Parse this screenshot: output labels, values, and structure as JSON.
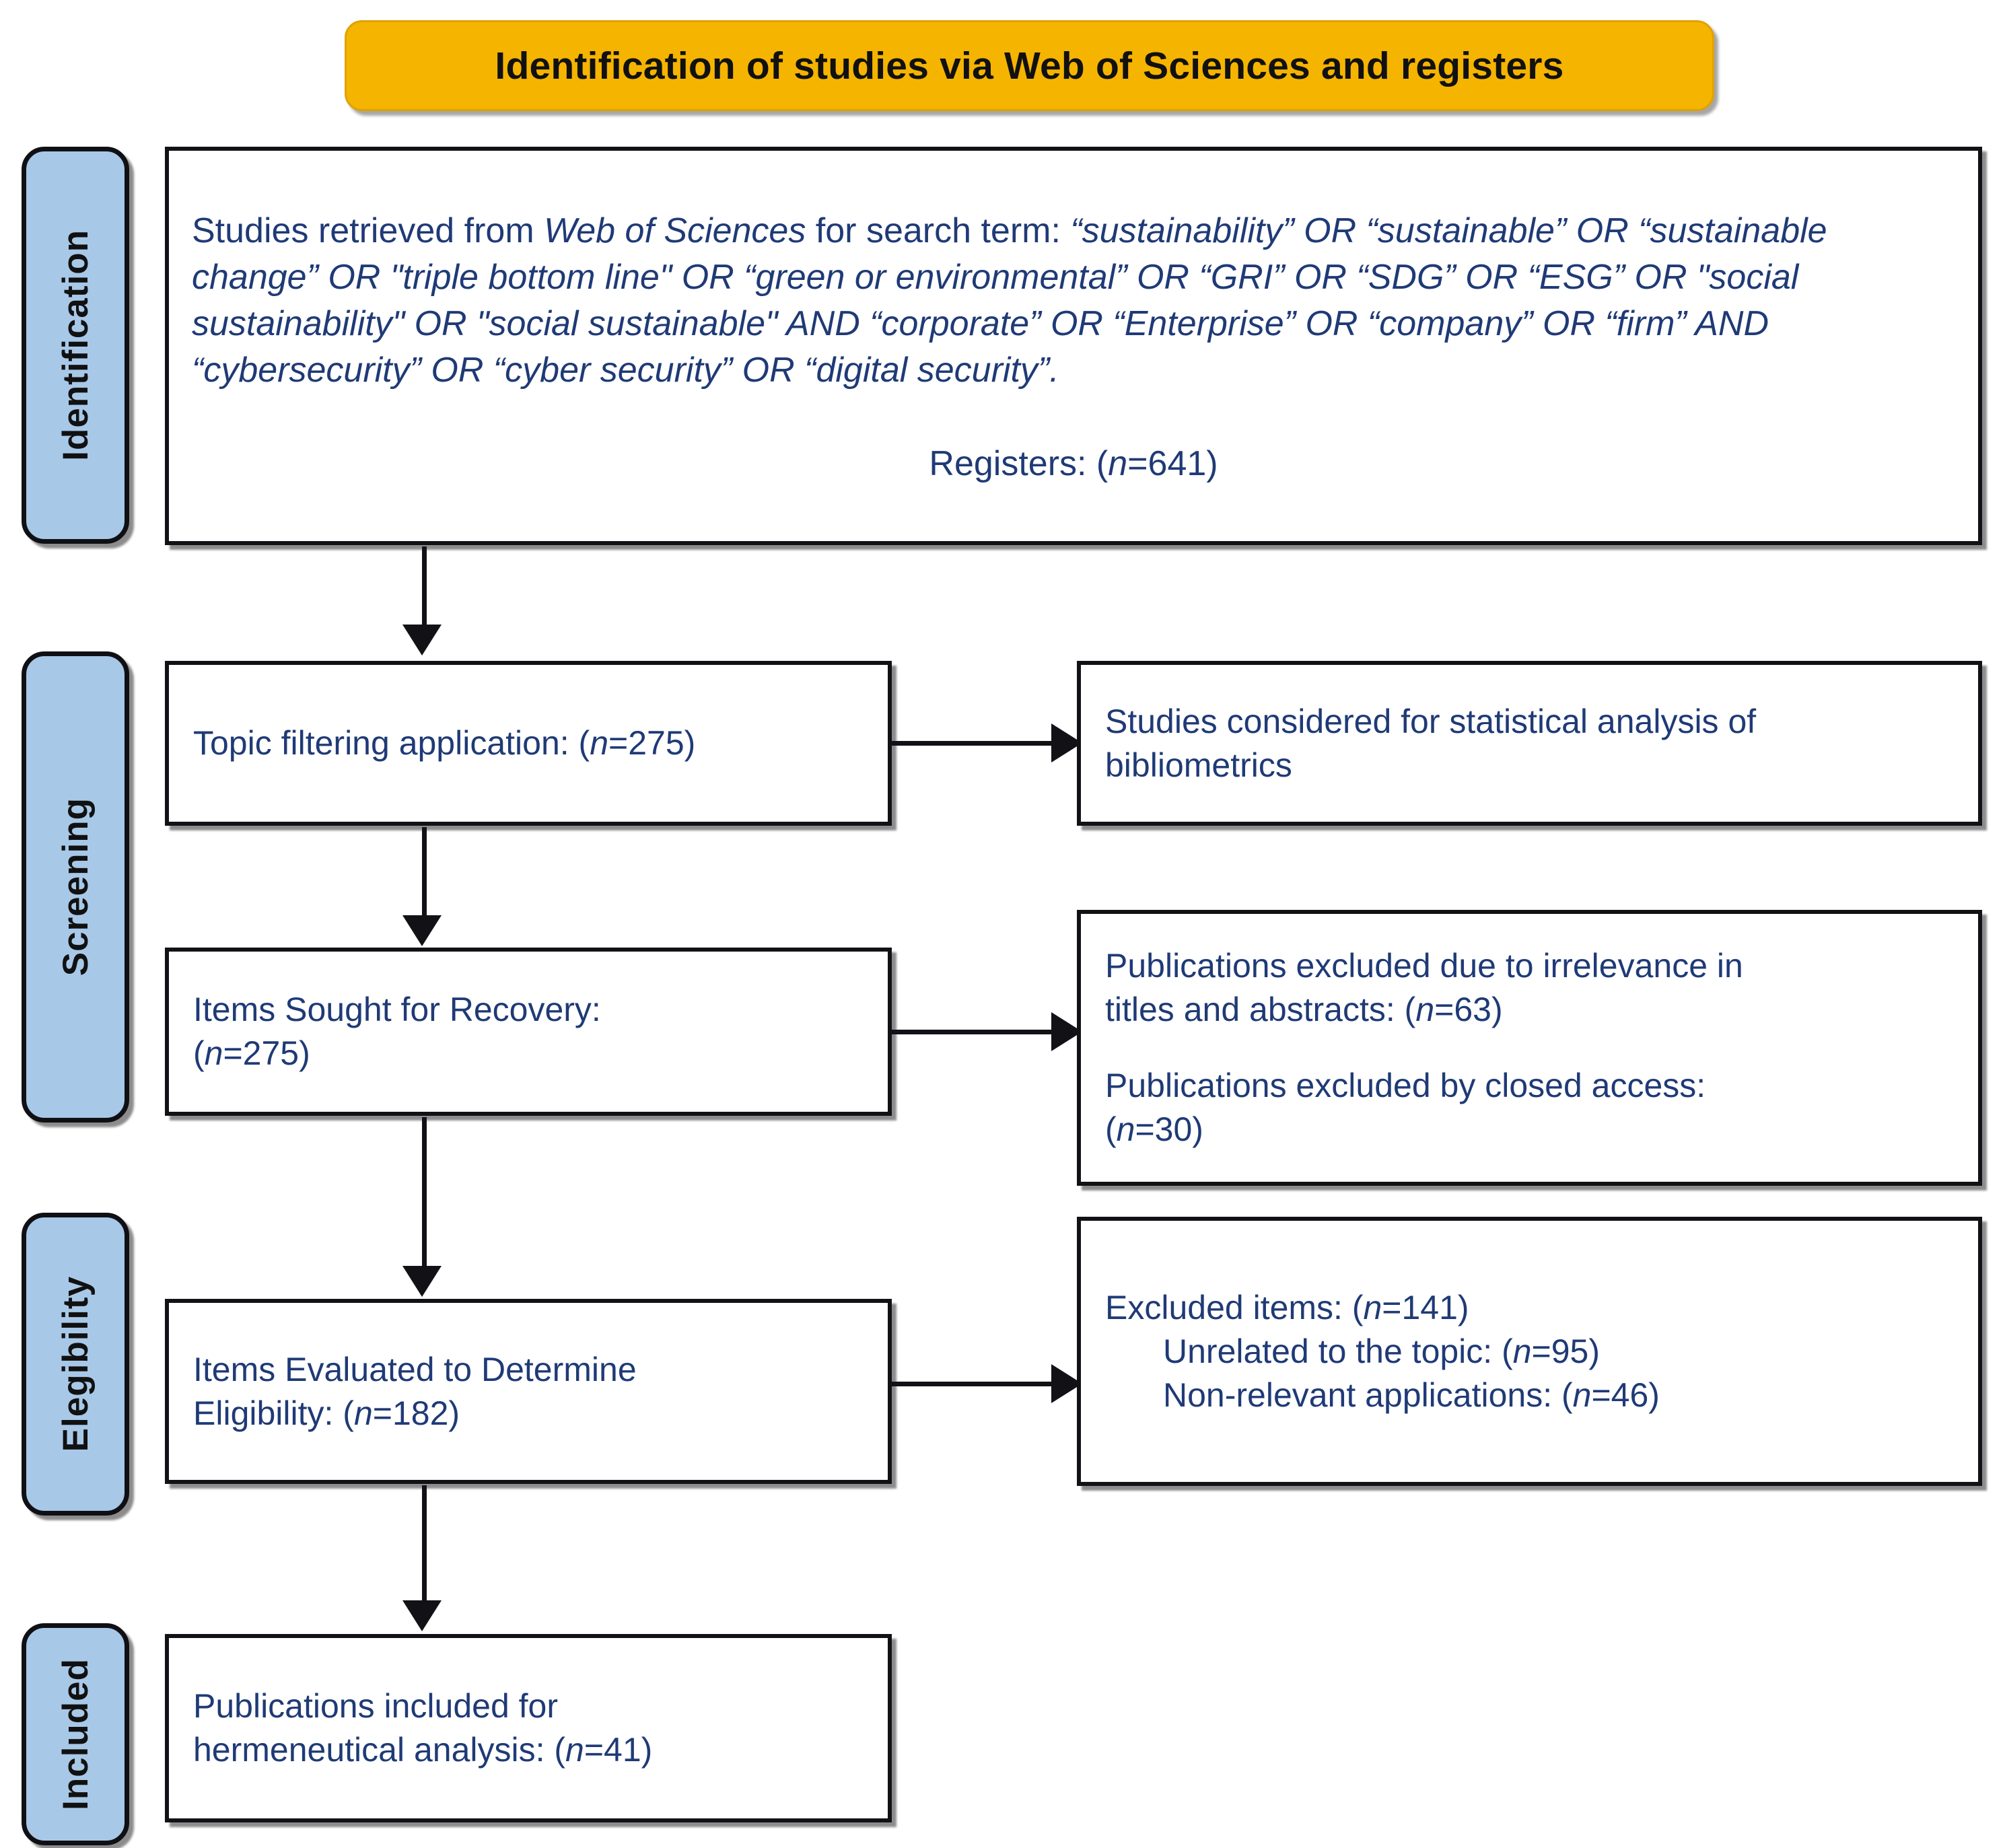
{
  "banner": {
    "title": "Identification of studies via Web of Sciences and registers"
  },
  "stages": [
    {
      "label": "Identification"
    },
    {
      "label": "Screening"
    },
    {
      "label": "Elegibility"
    },
    {
      "label": "Included"
    }
  ],
  "identification": {
    "lead": "Studies retrieved from ",
    "source": "Web of Sciences",
    "lead2": " for search term: ",
    "search_terms": "“sustainability” OR “sustainable” OR “sustainable change” OR \"triple bottom line\" OR “green or environmental” OR “GRI” OR “SDG” OR “ESG” OR \"social sustainability\" OR \"social sustainable\" AND “corporate” OR “Enterprise” OR “company” OR “firm” AND “cybersecurity” OR “cyber security” OR “digital security”.",
    "registers_label": "Registers: (",
    "registers_n": "n",
    "registers_value": "=641)"
  },
  "boxes": {
    "topic_filtering": {
      "text_before": "Topic filtering application: (",
      "n": "n",
      "text_after": "=275)"
    },
    "bibliometrics": {
      "line1": "Studies considered for statistical analysis of",
      "line2": "bibliometrics"
    },
    "items_sought": {
      "line1": "Items Sought for Recovery:",
      "n": "n",
      "line2_after": "=275)",
      "line2_before": "("
    },
    "excluded_screening": {
      "a_line1": "Publications excluded due to irrelevance in",
      "a_line2_before": "titles and abstracts: (",
      "a_n": "n",
      "a_line2_after": "=63)",
      "b_line1": "Publications excluded by closed access:",
      "b_line2_before": "(",
      "b_n": "n",
      "b_line2_after": "=30)"
    },
    "items_evaluated": {
      "line1": "Items Evaluated to Determine",
      "line2_before": "Eligibility: (",
      "n": "n",
      "line2_after": "=182)"
    },
    "excluded_eligibility": {
      "line1_before": "Excluded items: (",
      "line1_n": "n",
      "line1_after": "=141)",
      "line2_before": "Unrelated to the topic: (",
      "line2_n": "n",
      "line2_after": "=95)",
      "line3_before": "Non-relevant applications: (",
      "line3_n": "n",
      "line3_after": "=46)"
    },
    "included": {
      "line1": "Publications included for",
      "line2_before": "hermeneutical analysis: (",
      "n": "n",
      "line2_after": "=41)"
    }
  },
  "colors": {
    "banner_fill": "#F5B400",
    "pill_fill": "#A8C8E8",
    "text_blue": "#1F3A76",
    "stroke": "#121216"
  }
}
